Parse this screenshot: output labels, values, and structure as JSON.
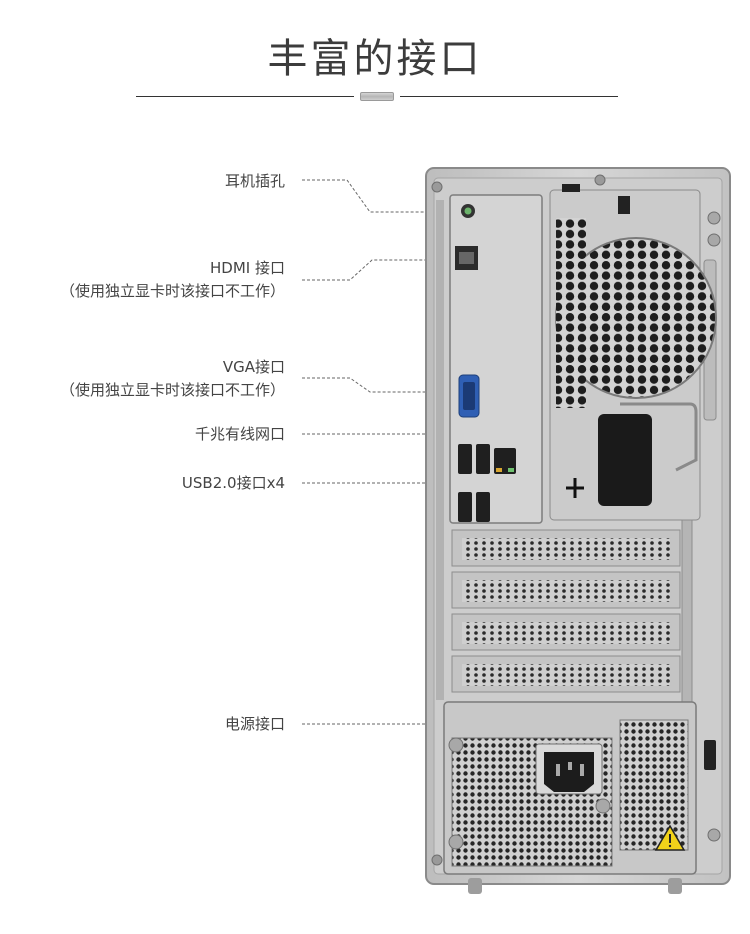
{
  "page": {
    "title": "丰富的接口"
  },
  "callouts": [
    {
      "id": "headphone",
      "label": "耳机插孔",
      "note": ""
    },
    {
      "id": "hdmi",
      "label": "HDMI 接口",
      "note": "（使用独立显卡时该接口不工作）"
    },
    {
      "id": "vga",
      "label": "VGA接口",
      "note": "（使用独立显卡时该接口不工作）"
    },
    {
      "id": "lan",
      "label": "千兆有线网口",
      "note": ""
    },
    {
      "id": "usb",
      "label": "USB2.0接口x4",
      "note": ""
    },
    {
      "id": "power",
      "label": "电源接口",
      "note": ""
    }
  ],
  "colors": {
    "chassis": "#c9c9c9",
    "chassis_edge": "#8a8a8a",
    "vga_port": "#2f5fb4",
    "warning": "#f2d21a",
    "leader_line": "#666666"
  }
}
